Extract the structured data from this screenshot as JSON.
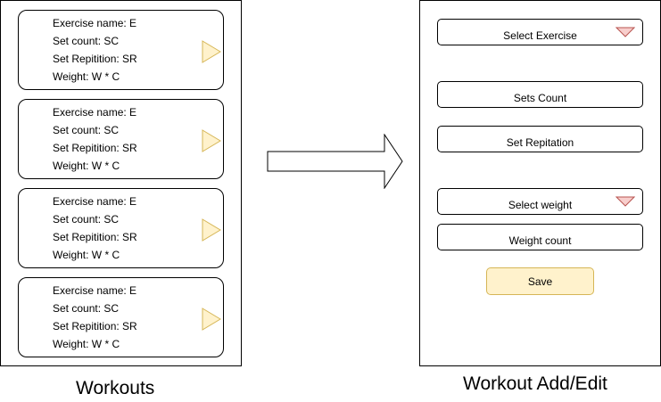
{
  "workouts": {
    "caption": "Workouts",
    "cards": [
      {
        "name_line": "Exercise name: E",
        "set_count_line": "Set count: SC",
        "set_rep_line": "Set Repitition: SR",
        "weight_line": "Weight: W * C"
      },
      {
        "name_line": "Exercise name: E",
        "set_count_line": "Set count: SC",
        "set_rep_line": "Set Repitition: SR",
        "weight_line": "Weight: W * C"
      },
      {
        "name_line": "Exercise name: E",
        "set_count_line": "Set count: SC",
        "set_rep_line": "Set Repitition: SR",
        "weight_line": "Weight: W * C"
      },
      {
        "name_line": "Exercise name: E",
        "set_count_line": "Set count: SC",
        "set_rep_line": "Set Repitition: SR",
        "weight_line": "Weight: W * C"
      }
    ]
  },
  "edit": {
    "caption": "Workout Add/Edit",
    "select_exercise": "Select Exercise",
    "sets_count": "Sets Count",
    "set_repitation": "Set Repitation",
    "select_weight": "Select weight",
    "weight_count": "Weight count",
    "save_label": "Save"
  },
  "colors": {
    "card_arrow_fill": "#fff2cc",
    "card_arrow_stroke": "#d6b656",
    "dropdown_fill": "#f8cecc",
    "dropdown_stroke": "#b85450",
    "save_fill": "#fff2cc",
    "save_stroke": "#d6b656"
  },
  "icons": {
    "card_arrow": "play-triangle-icon",
    "dropdown": "dropdown-triangle-icon",
    "flow": "right-arrow-icon"
  }
}
